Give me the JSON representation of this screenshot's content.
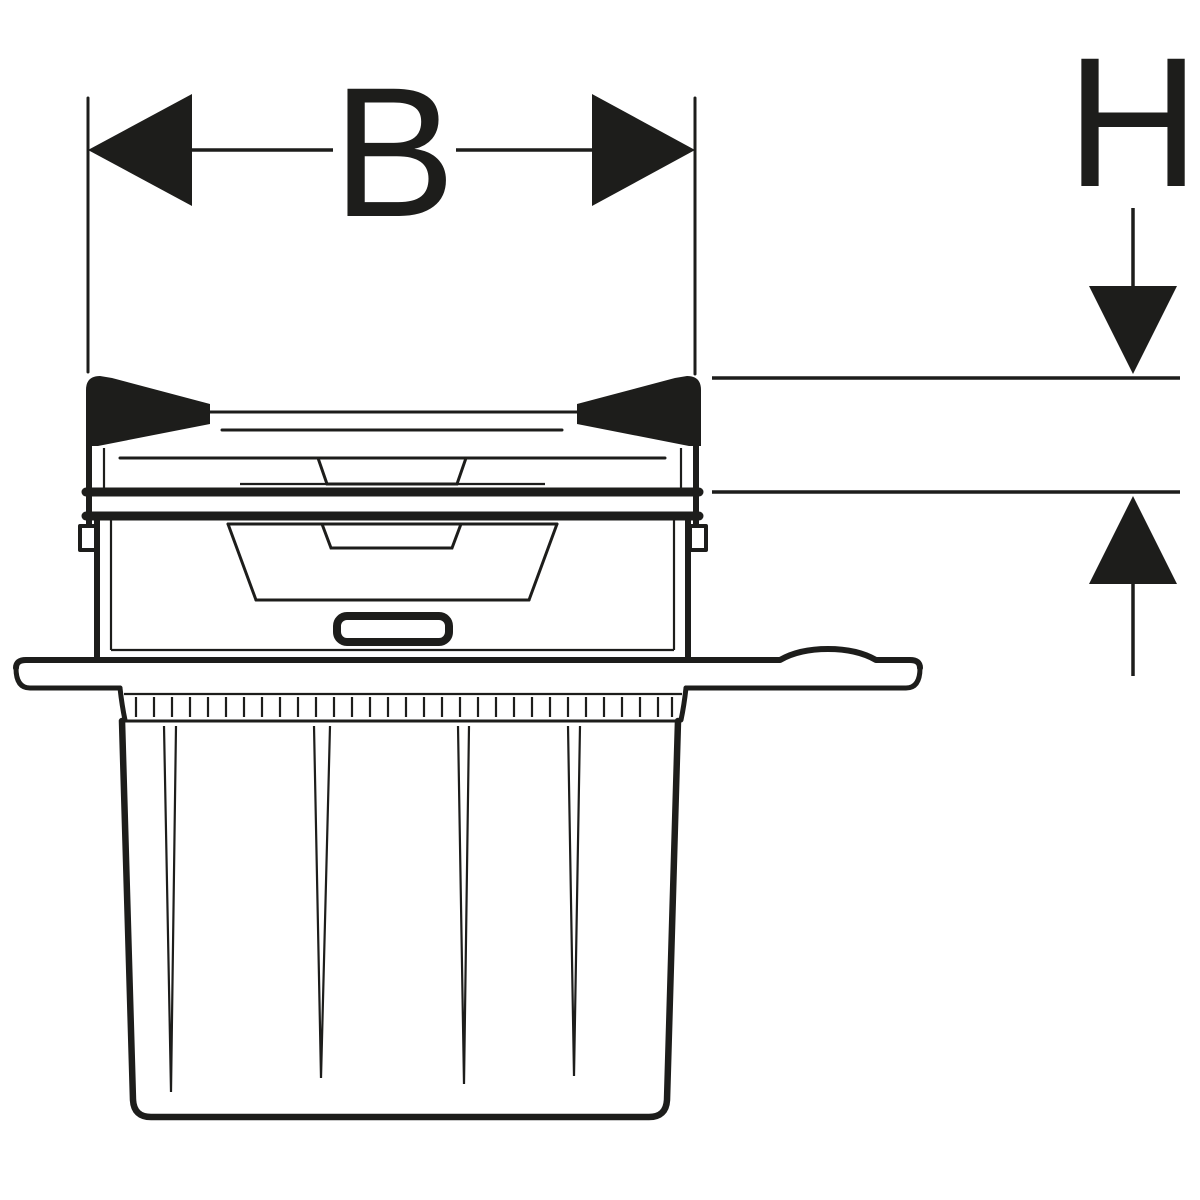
{
  "figure": {
    "type": "technical-dimension-drawing",
    "subject": "floor-drain-side-view"
  },
  "dimensions": {
    "width": {
      "label": "B"
    },
    "height": {
      "label": "H"
    }
  },
  "colors": {
    "ink": "#1d1d1b",
    "background": "#ffffff"
  }
}
